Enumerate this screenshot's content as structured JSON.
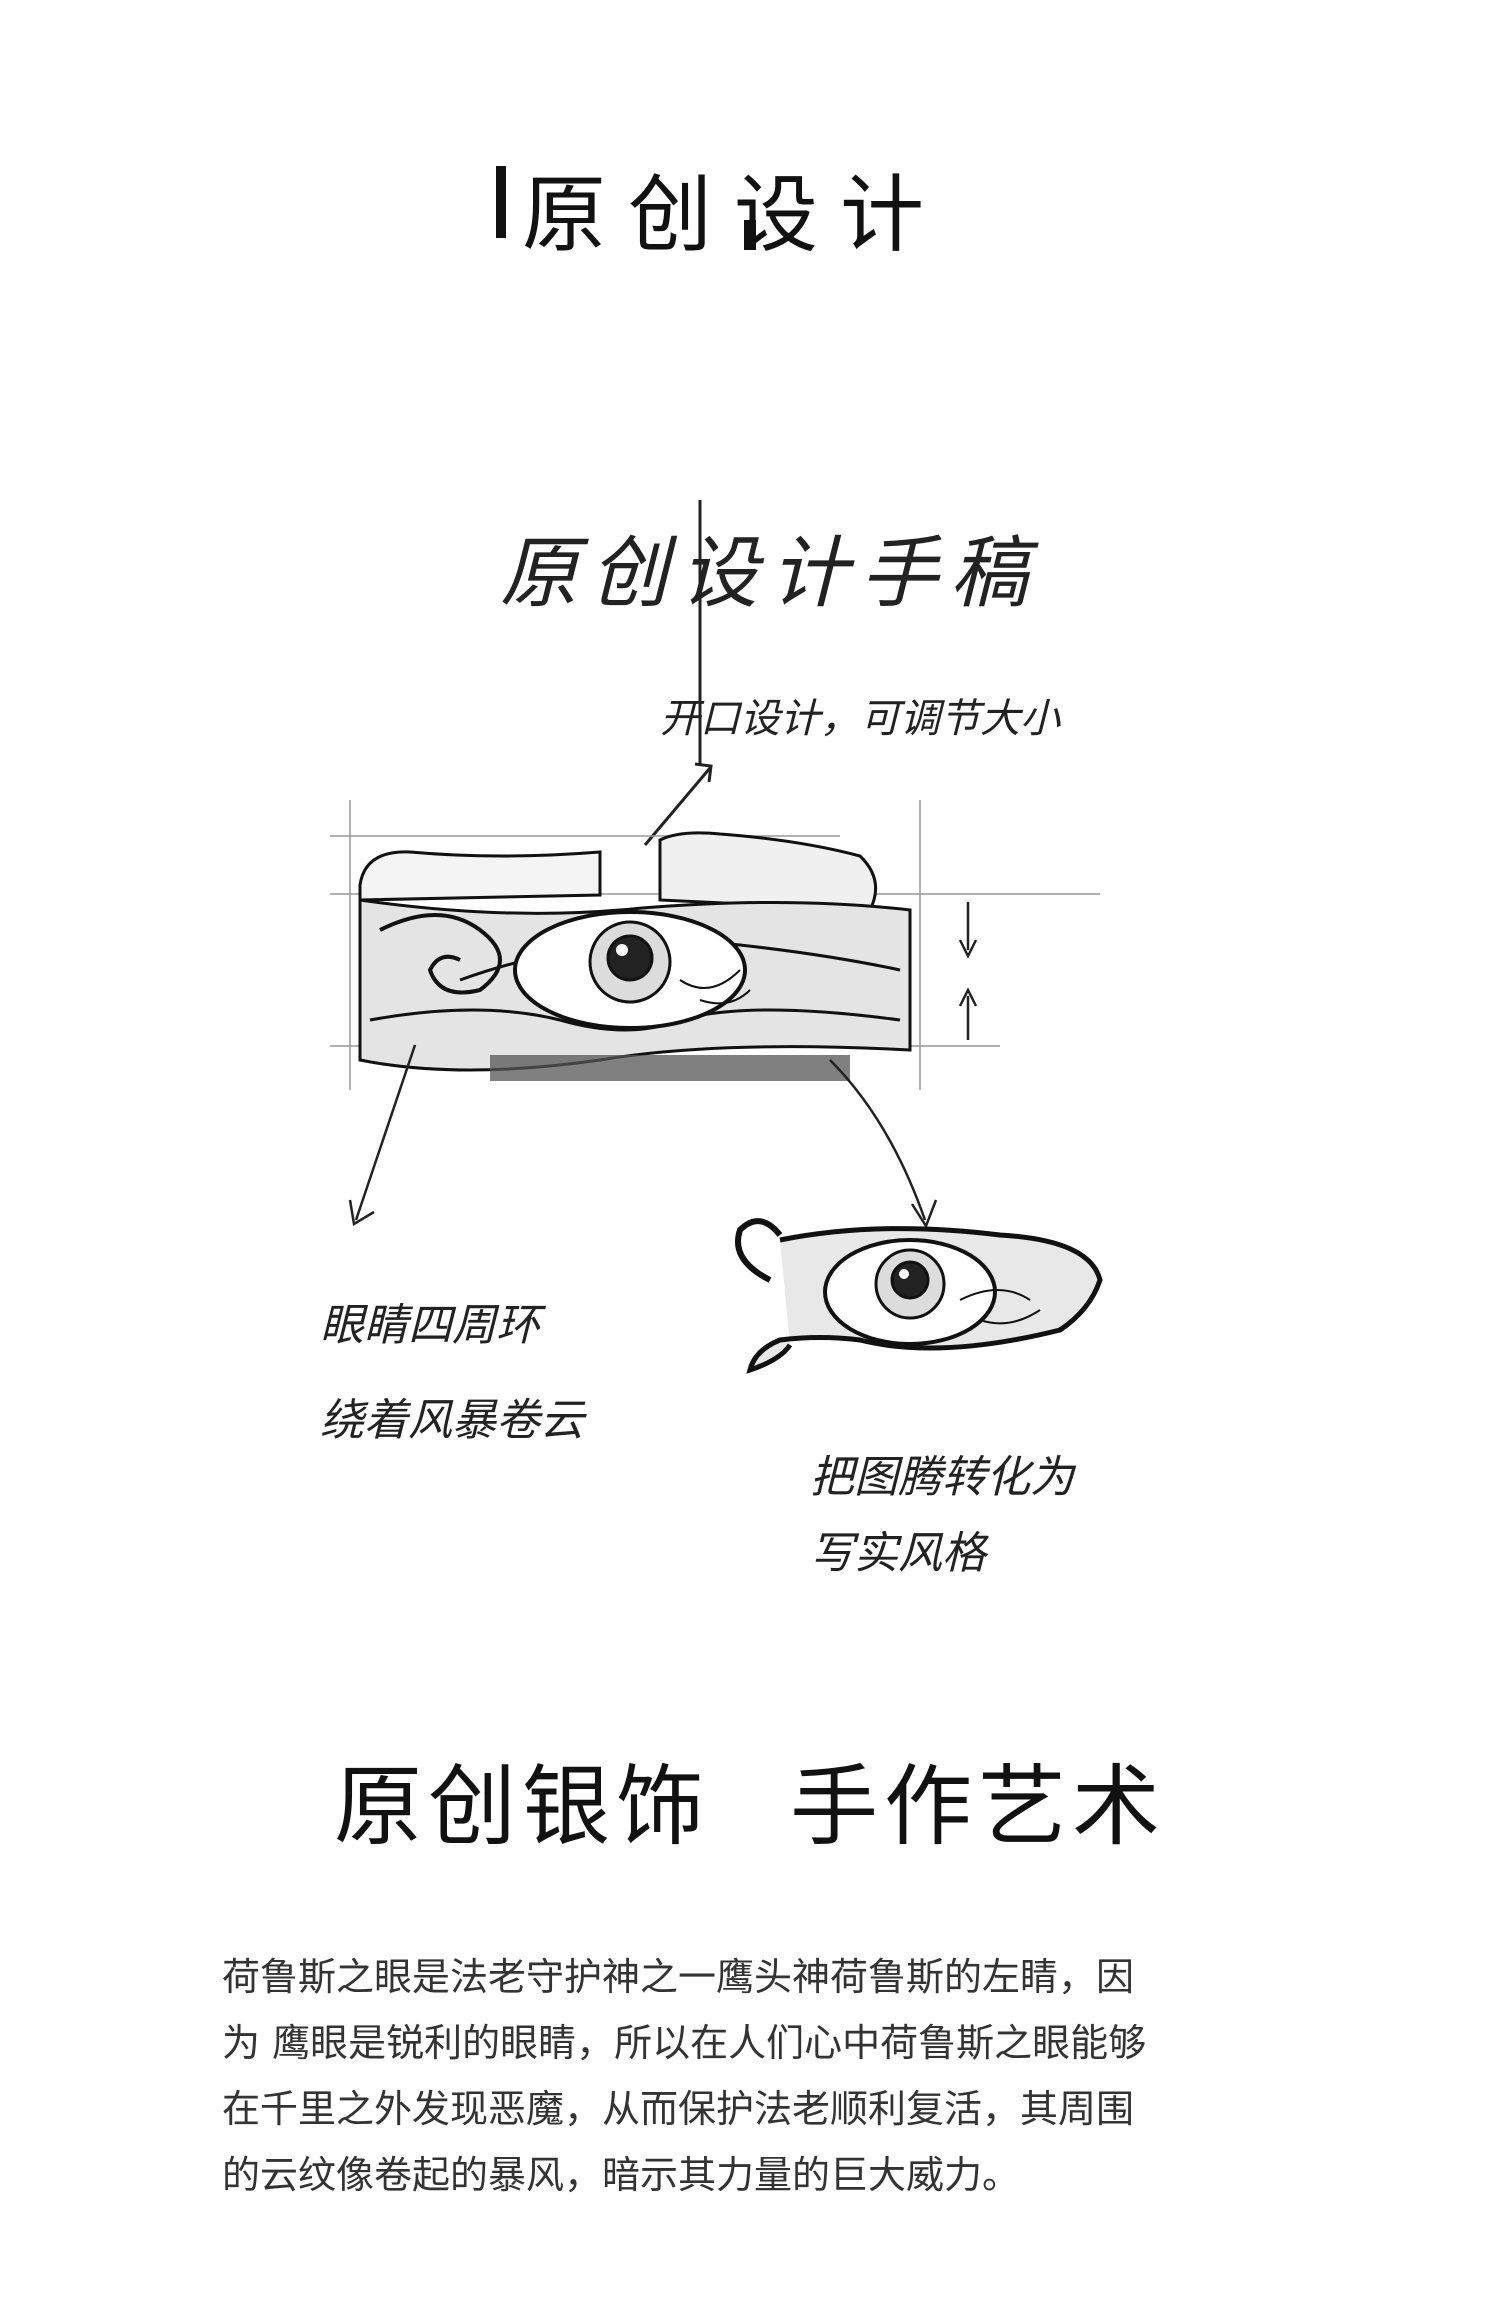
{
  "header": {
    "title": "原创设计"
  },
  "sketch": {
    "title": "原创设计手稿",
    "notes": [
      "开口设计，可调节大小",
      "眼睛四周环",
      "绕着风暴卷云",
      "把图腾转化为",
      "写实风格"
    ],
    "icons": [
      "ring-sketch",
      "eye-sketch",
      "arrow"
    ]
  },
  "headline": {
    "part1": "原创银饰",
    "part2": "手作艺术"
  },
  "description": {
    "lines": [
      "荷鲁斯之眼是法老守护神之一鹰头神荷鲁斯的左睛，因",
      "为 鹰眼是锐利的眼睛，所以在人们心中荷鲁斯之眼能够",
      "在千里之外发现恶魔，从而保护法老顺利复活，其周围",
      "的云纹像卷起的暴风，暗示其力量的巨大威力。"
    ]
  },
  "colors": {
    "ink": "#111111",
    "text": "#333333",
    "background": "#ffffff"
  }
}
